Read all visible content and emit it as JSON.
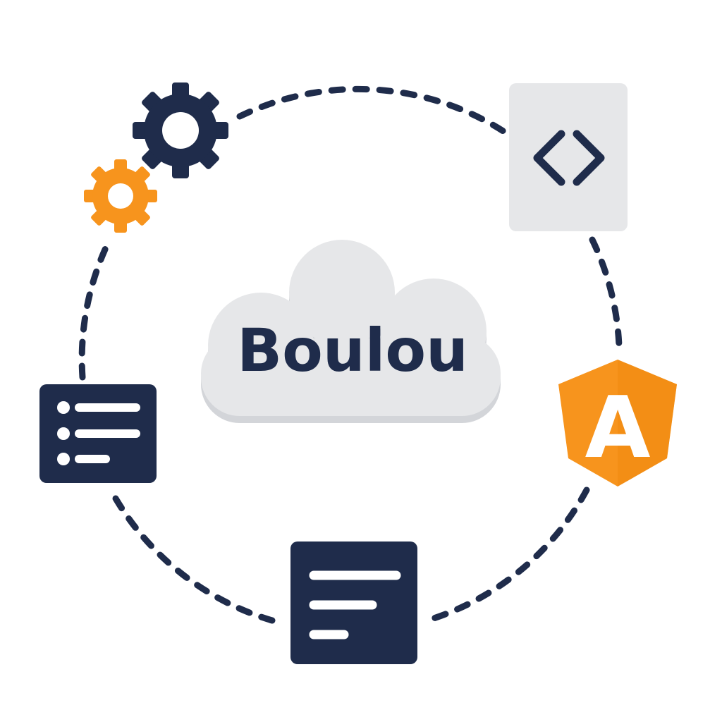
{
  "center": {
    "label": "Boulou"
  },
  "colors": {
    "navy": "#1f2c4b",
    "orange": "#f7941d",
    "cloud_fill": "#e6e7e9",
    "cloud_shadow": "#d3d5d9",
    "code_card_fill": "#e6e7e9",
    "background": "#ffffff",
    "line_white": "#ffffff"
  },
  "nodes": [
    {
      "name": "gears",
      "icon": "gears-icon"
    },
    {
      "name": "code-document",
      "icon": "code-brackets-icon"
    },
    {
      "name": "angular-logo",
      "icon": "angular-icon",
      "letter": "A"
    },
    {
      "name": "text-document",
      "icon": "text-lines-icon"
    },
    {
      "name": "bullet-list",
      "icon": "list-icon"
    }
  ],
  "connector": {
    "style": "dashed",
    "shape": "circle"
  }
}
